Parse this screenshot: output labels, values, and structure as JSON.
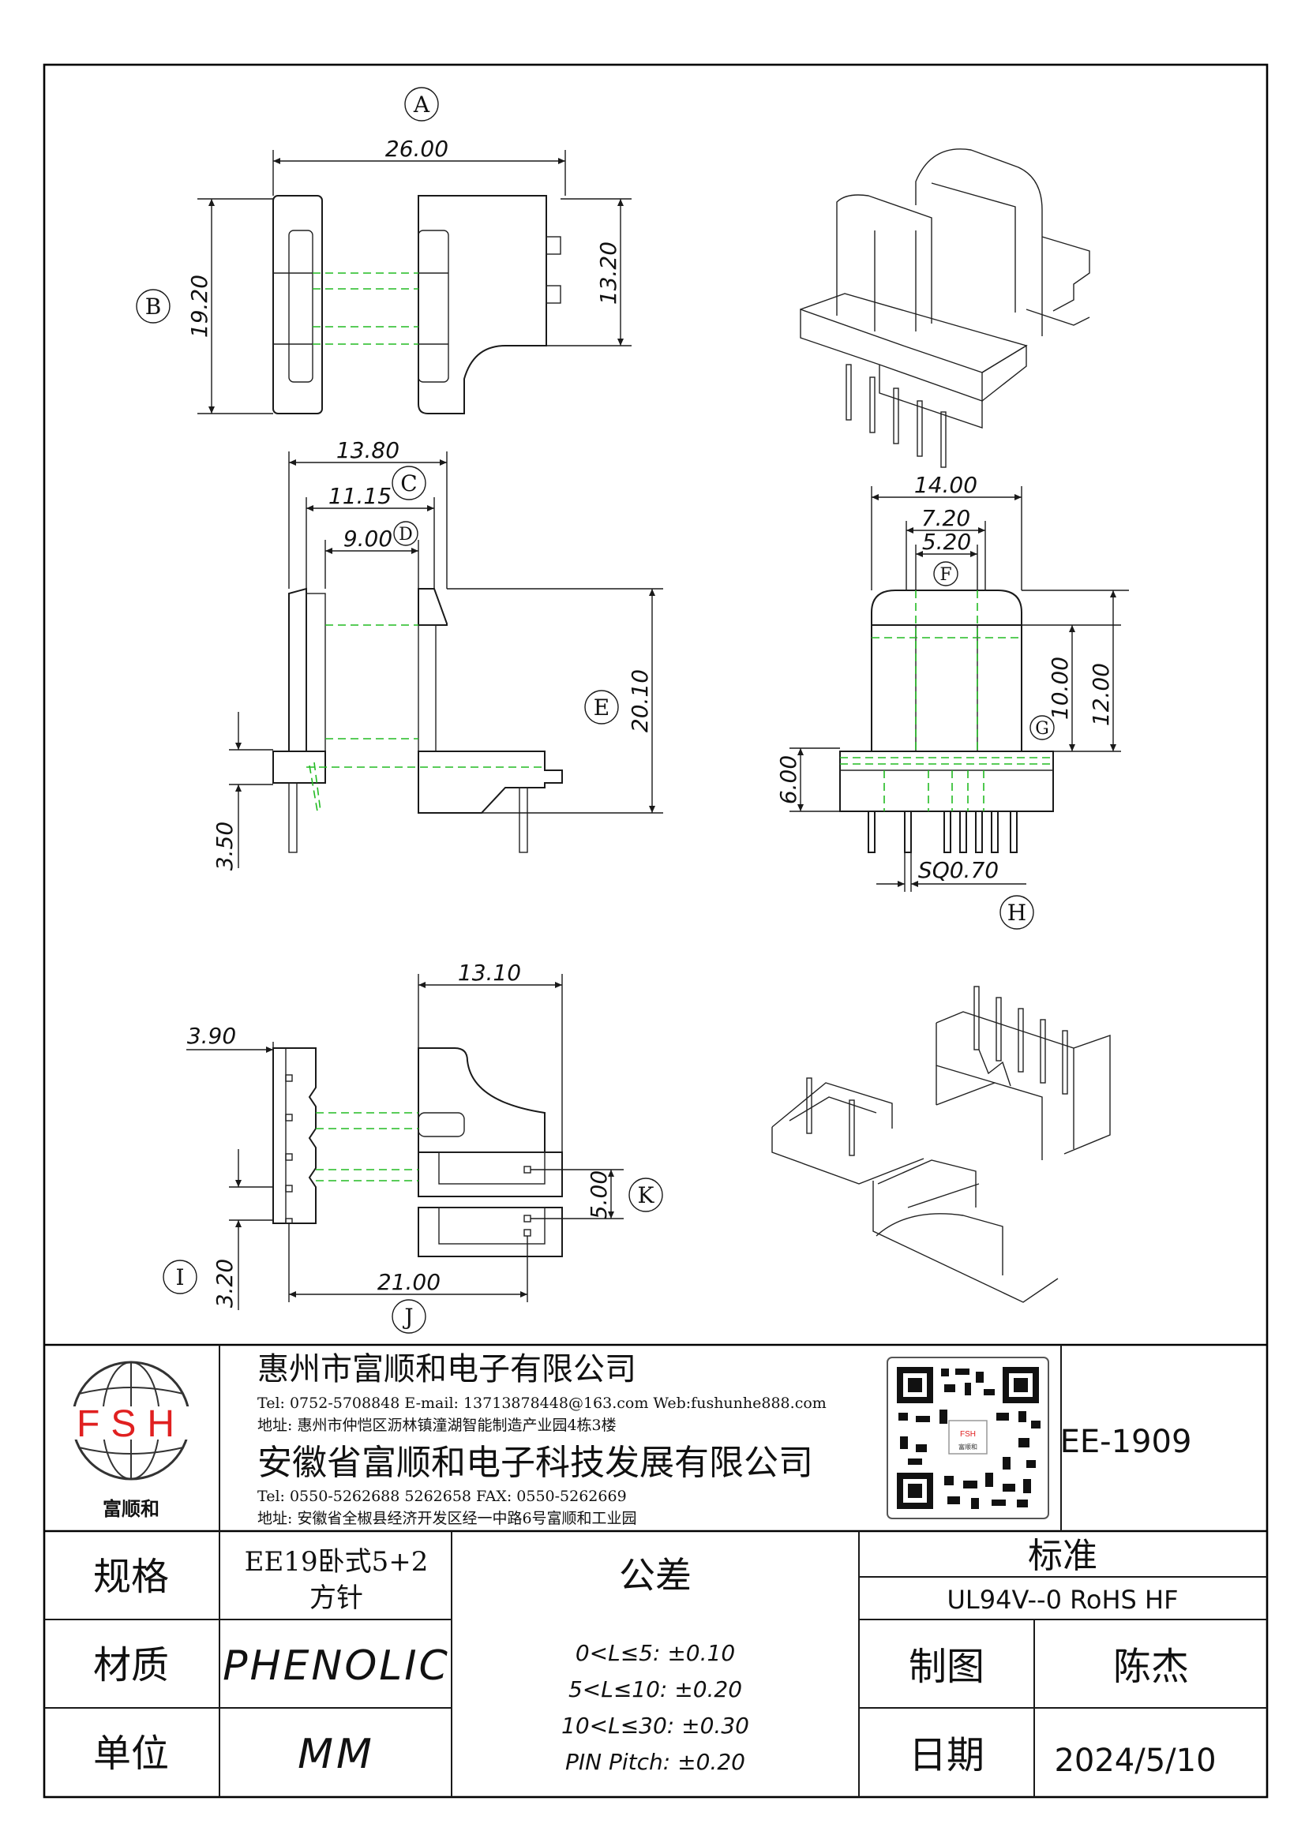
{
  "colors": {
    "line": "#1a1a1a",
    "hidden_line": "#22bb22",
    "logo_red": "#e02020"
  },
  "drawing": {
    "letters": [
      "A",
      "B",
      "C",
      "D",
      "E",
      "F",
      "G",
      "H",
      "I",
      "J",
      "K"
    ],
    "dims": {
      "d26": "26.00",
      "d19_20": "19.20",
      "d13_20": "13.20",
      "d13_80": "13.80",
      "d11_15": "11.15",
      "d9_00": "9.00",
      "d20_10": "20.10",
      "d3_50": "3.50",
      "d14_00": "14.00",
      "d7_20": "7.20",
      "d5_20": "5.20",
      "d10_00": "10.00",
      "d12_00": "12.00",
      "d6_00": "6.00",
      "sq": "SQ0.70",
      "d13_10": "13.10",
      "d3_90": "3.90",
      "d5_00": "5.00",
      "d3_20": "3.20",
      "d21_00": "21.00"
    }
  },
  "company": {
    "logo_text": "FSH",
    "logo_name": "富顺和",
    "name1": "惠州市富顺和电子有限公司",
    "contact1": "Tel:  0752-5708848  E-mail: 13713878448@163.com  Web:fushunhe888.com",
    "address1": "地址: 惠州市仲恺区沥林镇潼湖智能制造产业园4栋3楼",
    "name2": "安徽省富顺和电子科技发展有限公司",
    "contact2": "Tel:   0550-5262688  5262658      FAX: 0550-5262669",
    "address2": "地址: 安徽省全椒县经济开发区经一中路6号富顺和工业园",
    "part_no": "EE-1909"
  },
  "table": {
    "spec_label": "规格",
    "spec_value_1": "EE19卧式5+2",
    "spec_value_2": "方针",
    "tolerance_label": "公差",
    "standard_label": "标准",
    "standard_value": "UL94V--0  RoHS HF",
    "material_label": "材质",
    "material_value": "PHENOLIC",
    "unit_label": "单位",
    "unit_value": "MM",
    "drawn_label": "制图",
    "drawn_value": "陈杰",
    "date_label": "日期",
    "date_value": "2024/5/10",
    "tol1": "0<L≤5: ±0.10",
    "tol2": "5<L≤10: ±0.20",
    "tol3": "10<L≤30: ±0.30",
    "tol4": "PIN Pitch: ±0.20"
  }
}
